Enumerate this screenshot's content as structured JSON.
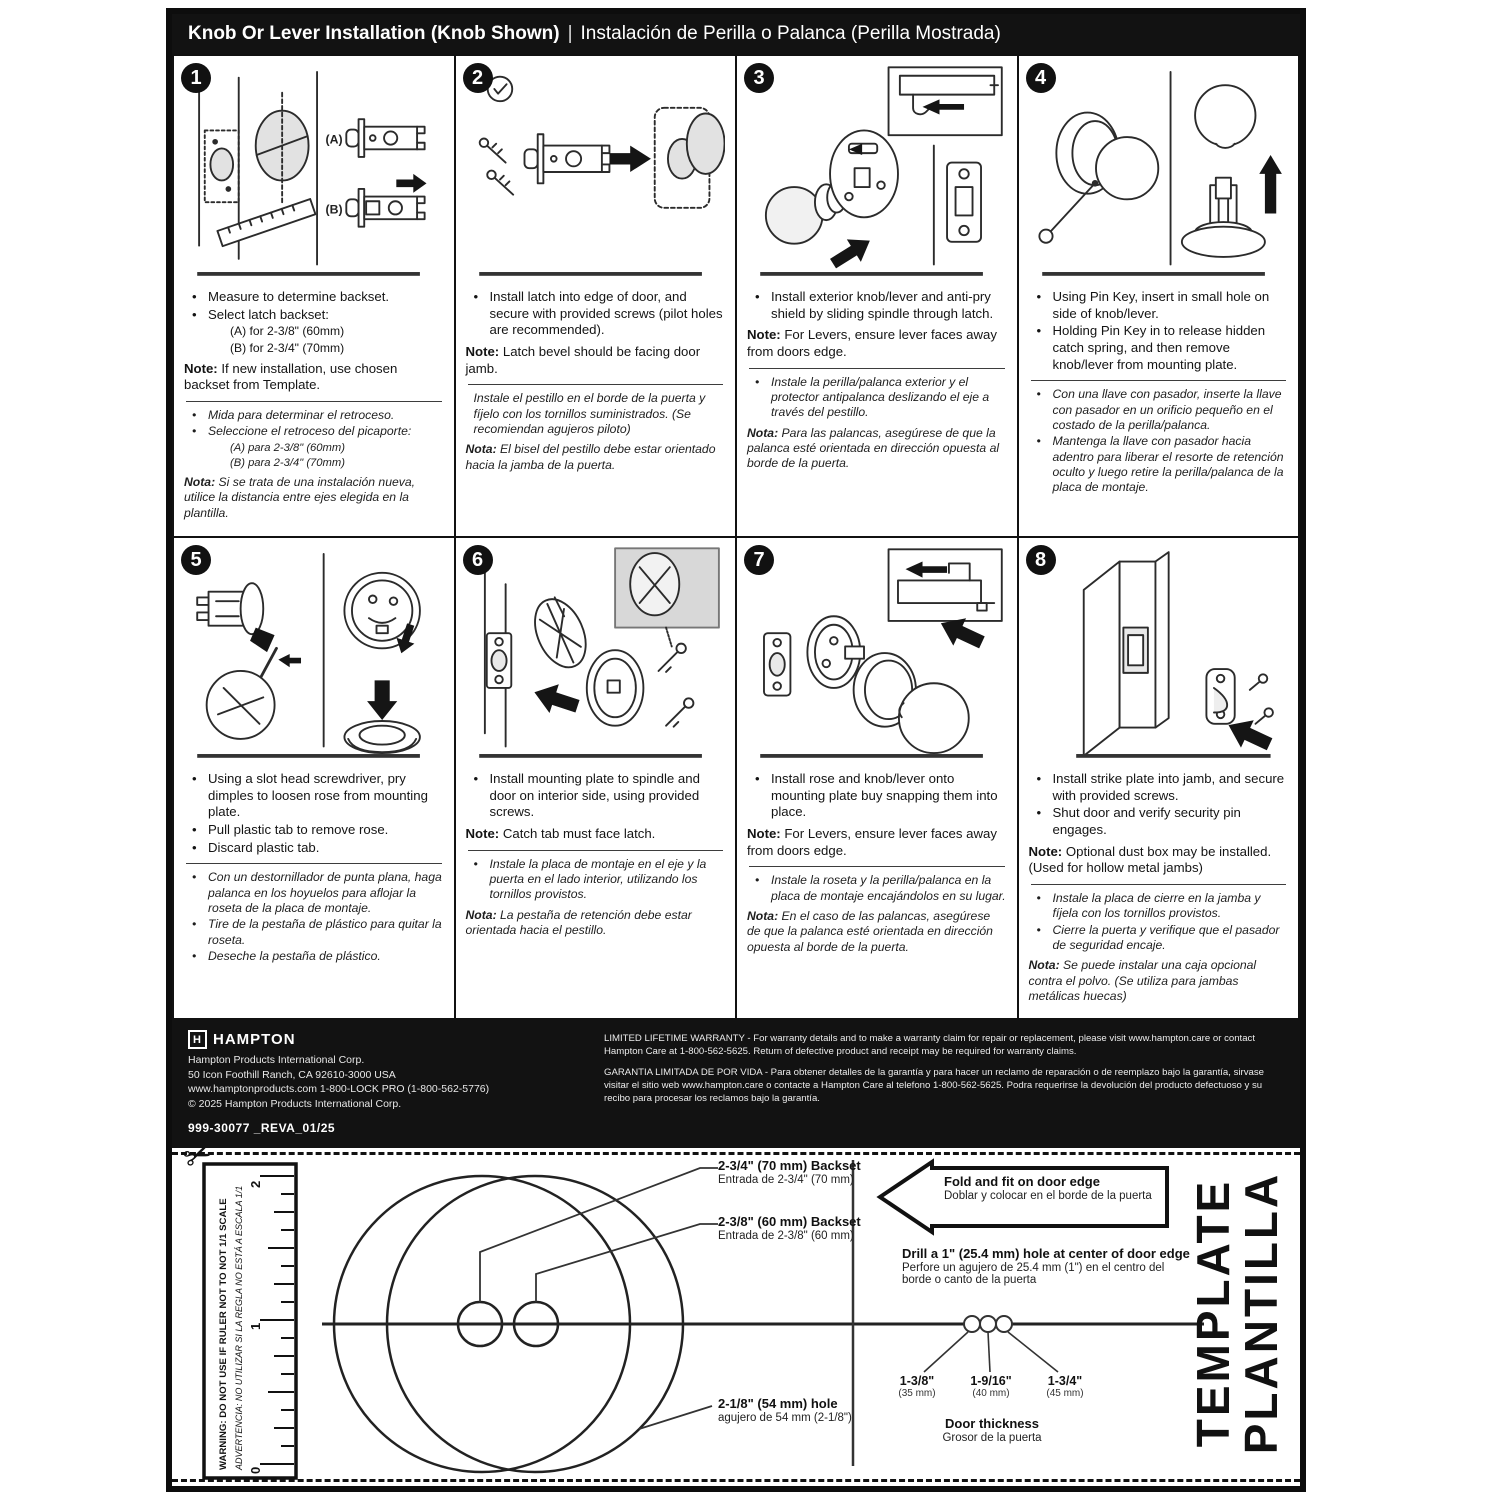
{
  "header": {
    "title_en": "Knob Or Lever Installation (Knob Shown)",
    "separator": "|",
    "title_es": "Instalación de Perilla o Palanca (Perilla Mostrada)"
  },
  "colors": {
    "ink": "#151515",
    "paper": "#ffffff",
    "shade": "#e2e2e2"
  },
  "steps": [
    {
      "number": "1",
      "illustration": "measure-backset-diagram",
      "fig_labels": [
        "(A)",
        "(B)"
      ],
      "en": [
        {
          "t": "bullet",
          "text": "Measure to determine backset."
        },
        {
          "t": "bullet",
          "text": "Select latch backset:"
        },
        {
          "t": "sub",
          "text": "(A) for 2-3/8\" (60mm)"
        },
        {
          "t": "sub",
          "text": "(B) for 2-3/4\" (70mm)"
        },
        {
          "t": "note",
          "label": "Note:",
          "text": "If new installation, use chosen backset from Template."
        }
      ],
      "es": [
        {
          "t": "bullet",
          "text": "Mida para determinar el retroceso."
        },
        {
          "t": "bullet",
          "text": "Seleccione el retroceso del picaporte:"
        },
        {
          "t": "sub",
          "text": "(A) para 2-3/8\" (60mm)"
        },
        {
          "t": "sub",
          "text": "(B) para 2-3/4\" (70mm)"
        },
        {
          "t": "note",
          "label": "Nota:",
          "text": "Si se trata de una instalación nueva, utilice la distancia entre ejes elegida en la plantilla."
        }
      ]
    },
    {
      "number": "2",
      "illustration": "install-latch-diagram",
      "en": [
        {
          "t": "bullet",
          "text": "Install latch into edge of door, and secure with provided screws (pilot holes are recommended)."
        },
        {
          "t": "note",
          "label": "Note:",
          "text": "Latch bevel should be facing door jamb."
        }
      ],
      "es": [
        {
          "t": "para",
          "text": "Instale el pestillo en el borde de la puerta y fíjelo con los tornillos suministrados. (Se recomiendan agujeros piloto)"
        },
        {
          "t": "note",
          "label": "Nota:",
          "text": "El bisel del pestillo debe estar orientado hacia la jamba de la puerta."
        }
      ]
    },
    {
      "number": "3",
      "illustration": "install-exterior-knob-diagram",
      "en": [
        {
          "t": "bullet",
          "text": "Install exterior knob/lever and anti-pry shield by sliding spindle through latch."
        },
        {
          "t": "note",
          "label": "Note:",
          "text": "For Levers, ensure lever faces away from doors edge."
        }
      ],
      "es": [
        {
          "t": "bullet",
          "text": "Instale la perilla/palanca exterior y el protector antipalanca deslizando el eje a través del pestillo."
        },
        {
          "t": "note",
          "label": "Nota:",
          "text": "Para las palancas, asegúrese de que la palanca esté orientada en dirección opuesta al borde de la puerta."
        }
      ]
    },
    {
      "number": "4",
      "illustration": "pin-key-release-diagram",
      "en": [
        {
          "t": "bullet",
          "text": "Using Pin Key, insert in small hole on side of knob/lever."
        },
        {
          "t": "bullet",
          "text": "Holding Pin Key in to release hidden catch spring, and then remove knob/lever from mounting plate."
        }
      ],
      "es": [
        {
          "t": "bullet",
          "text": "Con una llave con pasador, inserte la llave con pasador en un orificio pequeño en el costado de la perilla/palanca."
        },
        {
          "t": "bullet",
          "text": "Mantenga la llave con pasador hacia adentro para liberar el resorte de retención oculto y luego retire la perilla/palanca de la placa de montaje."
        }
      ]
    },
    {
      "number": "5",
      "illustration": "pry-rose-diagram",
      "en": [
        {
          "t": "bullet",
          "text": "Using a slot head screwdriver, pry dimples to loosen rose from mounting plate."
        },
        {
          "t": "bullet",
          "text": "Pull plastic tab to remove rose."
        },
        {
          "t": "bullet",
          "text": "Discard plastic tab."
        }
      ],
      "es": [
        {
          "t": "bullet",
          "text": "Con un destornillador de punta plana, haga palanca en los hoyuelos para aflojar la roseta de la placa de montaje."
        },
        {
          "t": "bullet",
          "text": "Tire de la pestaña de plástico para quitar la roseta."
        },
        {
          "t": "bullet",
          "text": "Deseche la pestaña de plástico."
        }
      ]
    },
    {
      "number": "6",
      "illustration": "install-mounting-plate-diagram",
      "en": [
        {
          "t": "bullet",
          "text": "Install mounting plate to spindle and door on interior side, using provided screws."
        },
        {
          "t": "note",
          "label": "Note:",
          "text": "Catch tab must face latch."
        }
      ],
      "es": [
        {
          "t": "bullet",
          "text": "Instale la placa de montaje en el eje y la puerta en el lado interior, utilizando los tornillos provistos."
        },
        {
          "t": "note",
          "label": "Nota:",
          "text": "La pestaña de retención debe estar orientada hacia el pestillo."
        }
      ]
    },
    {
      "number": "7",
      "illustration": "snap-rose-knob-diagram",
      "en": [
        {
          "t": "bullet",
          "text": "Install rose and knob/lever onto mounting plate buy snapping them into place."
        },
        {
          "t": "note",
          "label": "Note:",
          "text": "For Levers, ensure lever faces away from doors edge."
        }
      ],
      "es": [
        {
          "t": "bullet",
          "text": "Instale la roseta y la perilla/palanca en la placa de montaje encajándolos en su lugar."
        },
        {
          "t": "note",
          "label": "Nota:",
          "text": "En el caso de las palancas, asegúrese de que la palanca esté orientada en dirección opuesta al borde de la puerta."
        }
      ]
    },
    {
      "number": "8",
      "illustration": "install-strike-plate-diagram",
      "en": [
        {
          "t": "bullet",
          "text": "Install strike plate into jamb, and secure with provided screws."
        },
        {
          "t": "bullet",
          "text": "Shut door and verify security pin engages."
        },
        {
          "t": "note",
          "label": "Note:",
          "text": "Optional dust box may be installed. (Used for hollow metal jambs)"
        }
      ],
      "es": [
        {
          "t": "bullet",
          "text": "Instale la placa de cierre en la jamba y fíjela con los tornillos provistos."
        },
        {
          "t": "bullet",
          "text": "Cierre la puerta y verifique que el pasador de seguridad encaje."
        },
        {
          "t": "note",
          "label": "Nota:",
          "text": "Se puede instalar una caja opcional contra el polvo. (Se utiliza para jambas metálicas huecas)"
        }
      ]
    }
  ],
  "footer": {
    "logo_mark": "H",
    "logo": "HAMPTON",
    "address_lines": [
      "Hampton Products International Corp.",
      "50 Icon Foothill Ranch, CA 92610-3000 USA",
      "www.hamptonproducts.com 1-800-LOCK PRO (1-800-562-5776)",
      "© 2025 Hampton Products International Corp."
    ],
    "part_number": "999-30077 _REVA_01/25",
    "warranty_en": "LIMITED LIFETIME WARRANTY -  For warranty details and to make a warranty claim for repair or replacement, please visit www.hampton.care or contact Hampton Care at 1-800-562-5625. Return of defective product and receipt may be required for warranty claims.",
    "warranty_es": "GARANTIA LIMITADA DE POR VIDA - Para obtener detalles de la garantía y para hacer un reclamo de reparación o de reemplazo bajo la garantía, sirvase visitar el sitio web www.hampton.care o contacte a Hampton Care al telefono 1-800-562-5625. Podra requerirse la devolución del producto defectuoso y su recibo para procesar los reclamos bajo la garantía."
  },
  "template": {
    "scissors_icon": "✂",
    "ruler": {
      "warning_en": "WARNING: DO NOT USE IF RULER NOT TO NOT 1/1 SCALE",
      "warning_es": "ADVERTENCIA: NO UTILIZAR SI LA REGLA NO ESTÁ A ESCALA 1/1",
      "ticks": [
        "0",
        "1",
        "2"
      ]
    },
    "labels": {
      "backset70_en": "2-3/4\" (70 mm) Backset",
      "backset70_es": "Entrada de 2-3/4\" (70 mm)",
      "backset60_en": "2-3/8\" (60 mm) Backset",
      "backset60_es": "Entrada de 2-3/8\" (60 mm)",
      "hole_en": "2-1/8\" (54 mm) hole",
      "hole_es": "agujero de 54 mm (2-1/8\")"
    },
    "fold_en": "Fold and fit on door edge",
    "fold_es": "Doblar y colocar en el borde de la puerta",
    "drill_en": "Drill a 1\" (25.4 mm) hole at center of door edge",
    "drill_es": "Perfore un agujero de 25.4 mm (1\") en el centro del borde o canto de la puerta",
    "thickness_options": [
      {
        "inch": "1-3/8\"",
        "mm": "(35 mm)"
      },
      {
        "inch": "1-9/16\"",
        "mm": "(40 mm)"
      },
      {
        "inch": "1-3/4\"",
        "mm": "(45 mm)"
      }
    ],
    "door_thickness_en": "Door thickness",
    "door_thickness_es": "Grosor de la puerta",
    "side_label_line1": "TEMPLATE",
    "side_label_line2": "PLANTILLA"
  }
}
